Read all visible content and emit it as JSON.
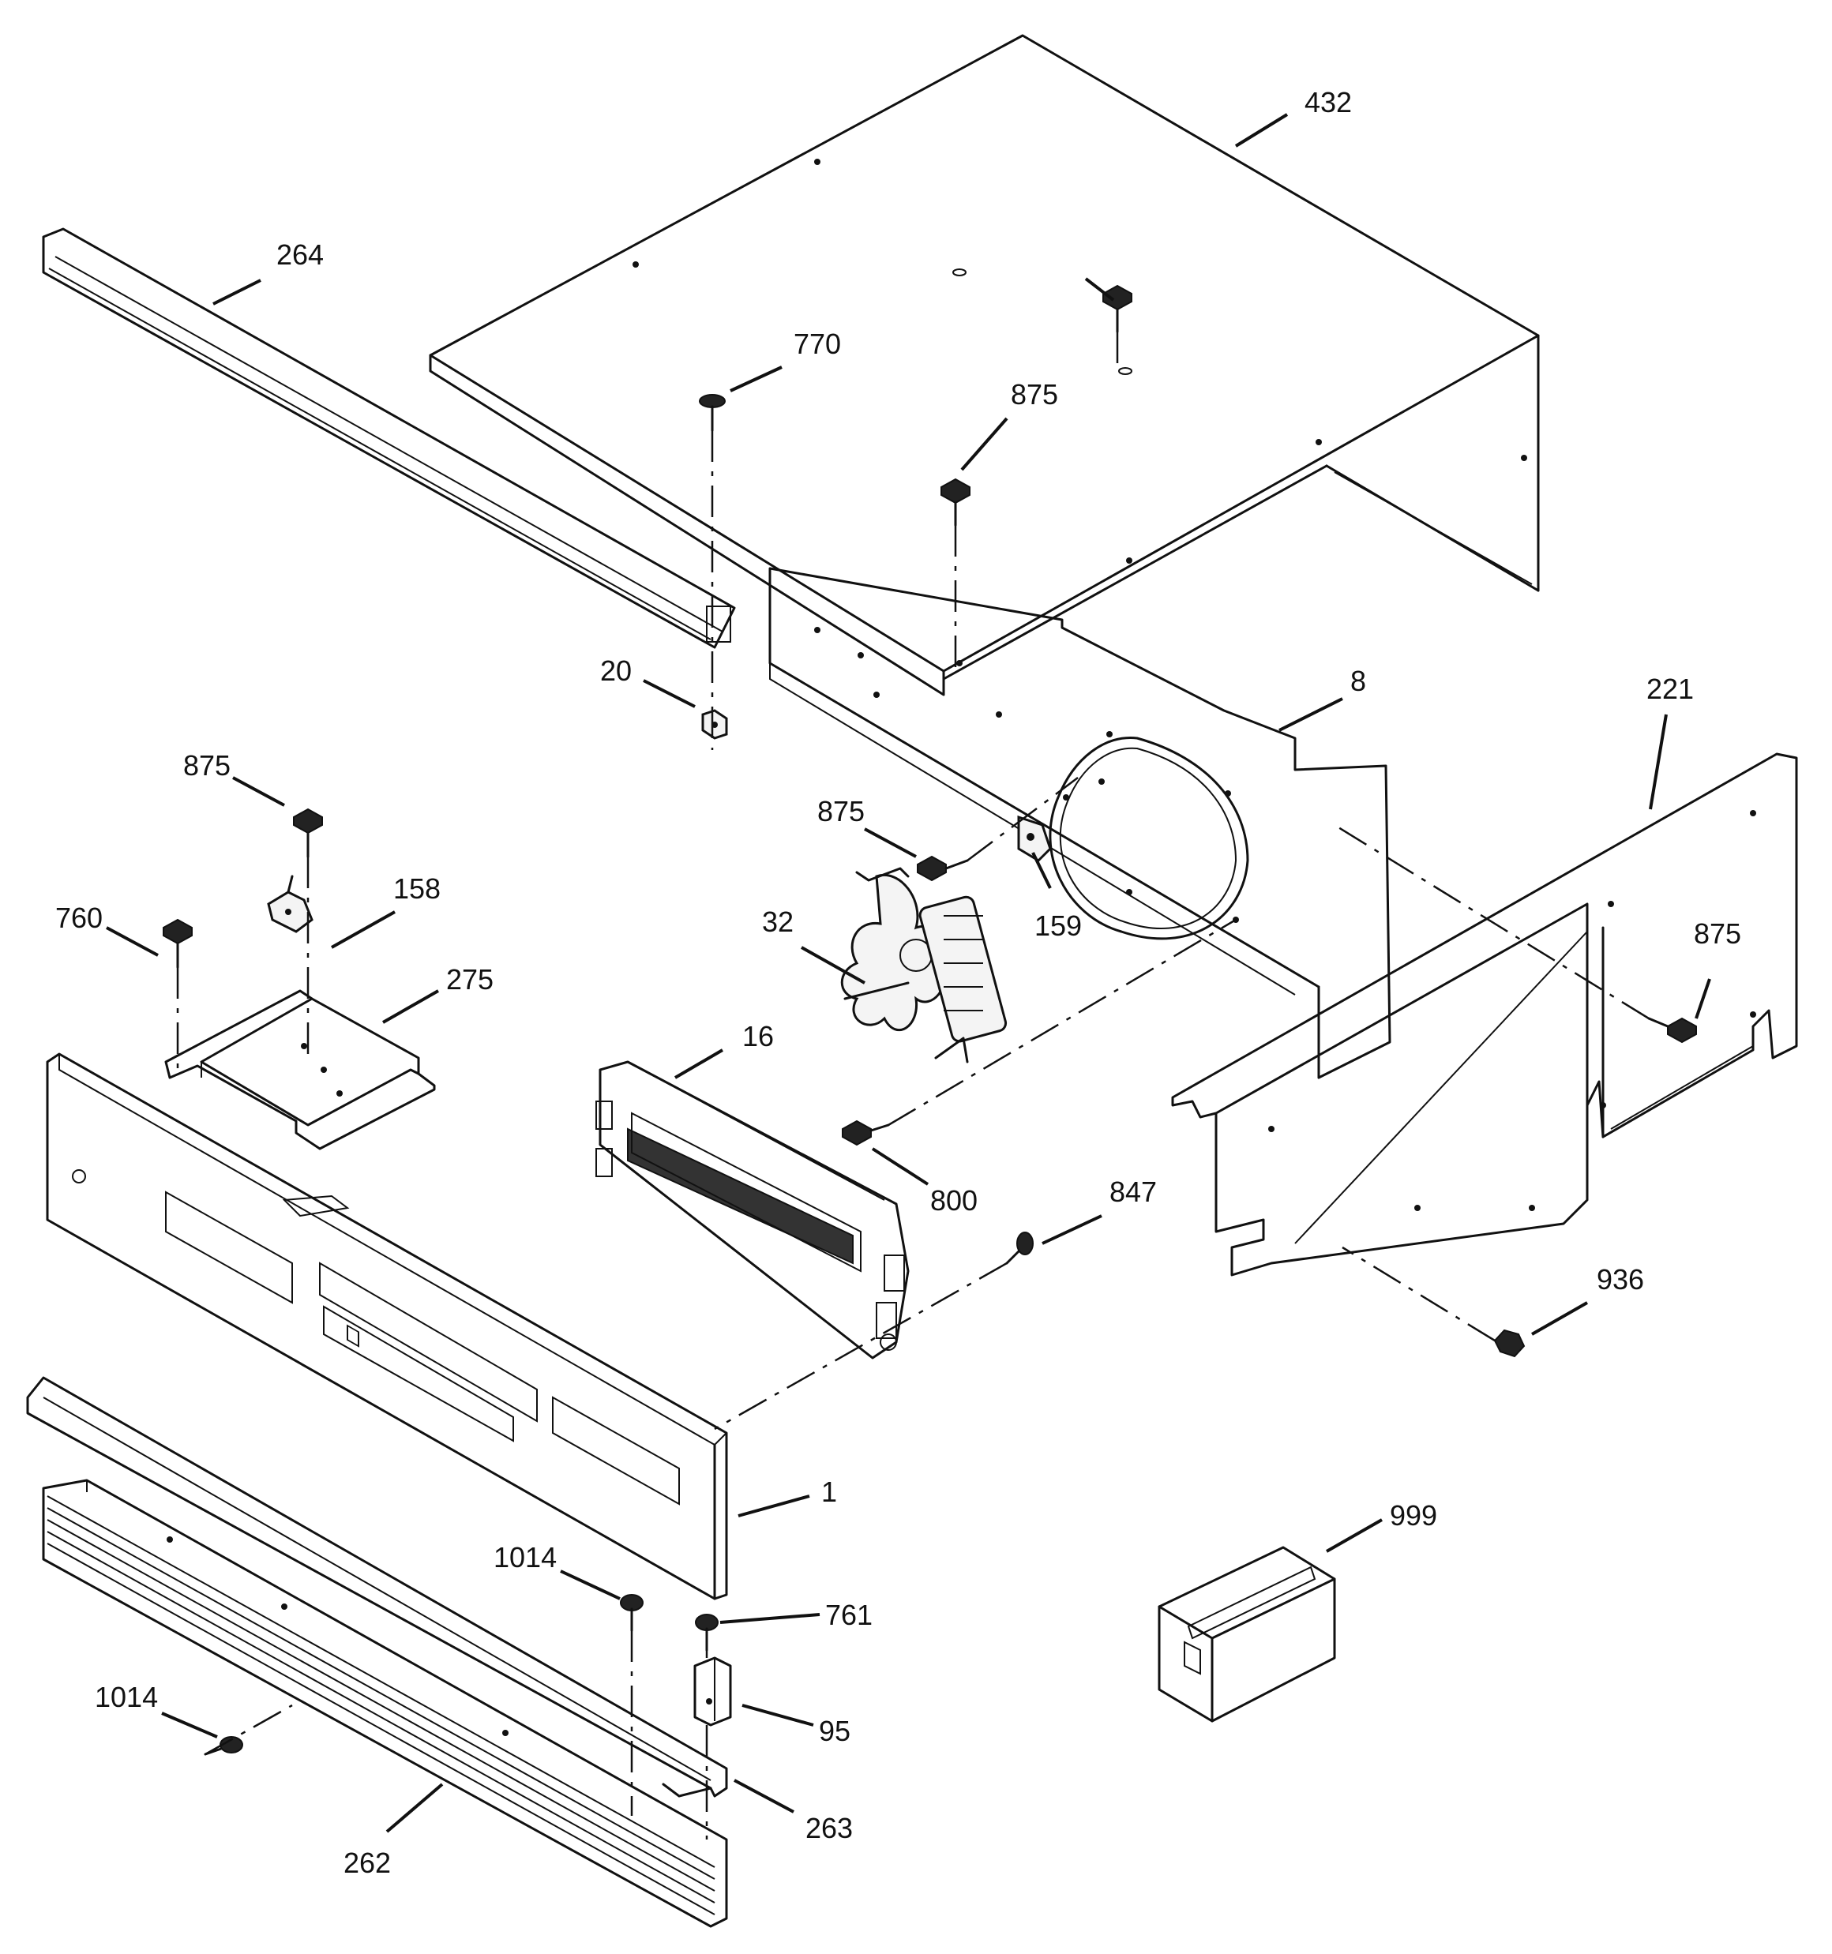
{
  "callouts": {
    "432": "432",
    "264": "264",
    "770": "770",
    "875_top": "875",
    "20": "20",
    "8": "8",
    "221": "221",
    "875_left": "875",
    "875_mid": "875",
    "158": "158",
    "760": "760",
    "32": "32",
    "159": "159",
    "275": "275",
    "875_right": "875",
    "16": "16",
    "800": "800",
    "847": "847",
    "936": "936",
    "1": "1",
    "999": "999",
    "1014_a": "1014",
    "761": "761",
    "1014_b": "1014",
    "95": "95",
    "263": "263",
    "262": "262"
  }
}
